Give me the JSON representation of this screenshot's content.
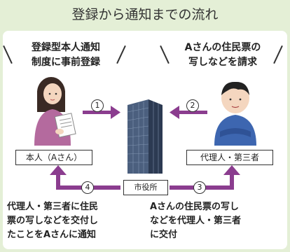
{
  "title": "登録から通知までの流れ",
  "left_bubble": {
    "line1": "登録型本人通知",
    "line2": "制度に事前登録"
  },
  "right_bubble": {
    "line1": "Aさんの住民票の",
    "line2": "写しなどを請求"
  },
  "labels": {
    "person": "本人（Aさん）",
    "agent": "代理人・第三者",
    "city_hall": "市役所"
  },
  "steps": [
    "1",
    "2",
    "3",
    "4"
  ],
  "bottom_left": {
    "line1": "代理人・第三者に住民",
    "line2": "票の写しなどを交付し",
    "line3": "たことをAさんに通知"
  },
  "bottom_right": {
    "line1": "Aさんの住民票の写し",
    "line2": "などを代理人・第三者",
    "line3": "に交付"
  },
  "colors": {
    "background": "#e4efd6",
    "arrow": "#8b3d8f",
    "building": "#3d4f6a"
  }
}
